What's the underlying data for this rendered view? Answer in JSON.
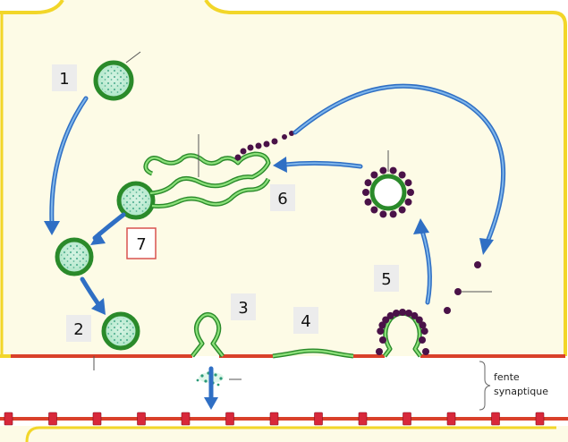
{
  "steps": [
    "1",
    "2",
    "3",
    "4",
    "5",
    "6",
    "7"
  ],
  "labels": {
    "cleft_line1": "fente",
    "cleft_line2": "synaptique"
  },
  "colors": {
    "cytoplasm": "#fdfbe6",
    "membrane_yellow": "#f2d629",
    "membrane_red": "#d9402a",
    "membrane_green": "#2a8a2a",
    "vesicle_fill": "#a9e4c4",
    "arrow_blue": "#2f6fc4",
    "clathrin_purple": "#4a1248",
    "receptor_red": "#d8283a",
    "highlight_box_border": "#d9534f"
  },
  "icons": {
    "arrow": "blue-curved-arrow",
    "vesicle": "green-synaptic-vesicle",
    "coat": "purple-clathrin-dots"
  }
}
